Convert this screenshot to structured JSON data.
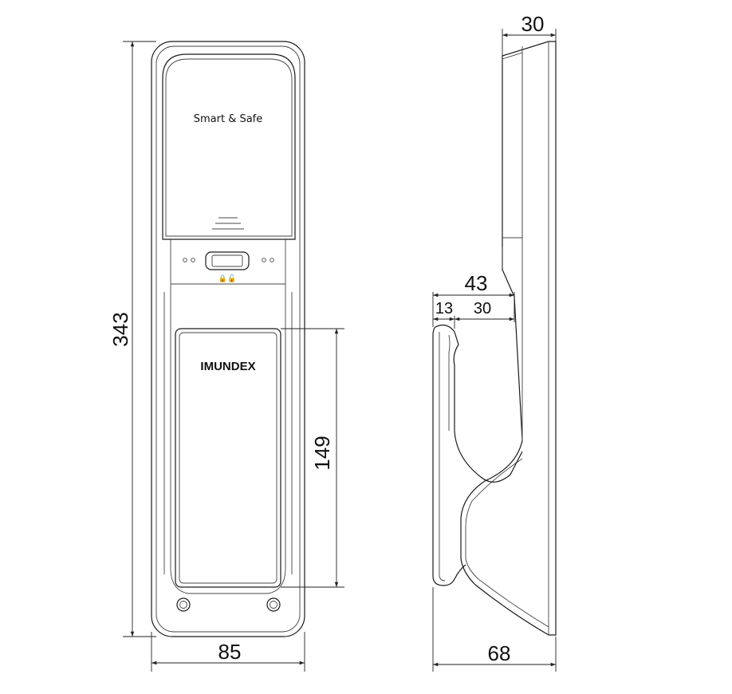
{
  "front_view": {
    "brand_text": "Smart & Safe",
    "logo_text": "IMUNDEX",
    "keypad_glyphs": "🔒🔓"
  },
  "dimensions": {
    "total_height": "343",
    "total_width": "85",
    "handle_height": "149",
    "side_top_depth": "30",
    "side_handle_depth": "43",
    "side_handle_offset": "13",
    "side_handle_gap": "30",
    "side_total_depth": "68"
  }
}
